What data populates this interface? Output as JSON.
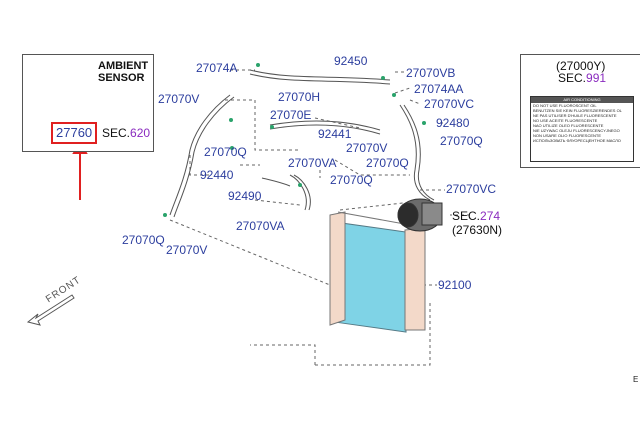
{
  "ambient_box": {
    "title_line1": "AMBIENT",
    "title_line2": "SENSOR",
    "part": "27760",
    "sec_prefix": "SEC.",
    "sec_num": "620"
  },
  "label_box": {
    "part": "(27000Y)",
    "sec_prefix": "SEC.",
    "sec_num": "991",
    "header": "AIR CONDITIONING",
    "lines": [
      "DO NOT USE FLUOROSCENT OIL",
      "BENUTZEN SIE KEIN FLUORESZIERENDES OL",
      "NE PAS UTILISER D'HUILE FLUORESCENTE",
      "NO USE ACEITE FLUORESCENTE",
      "NAO UTILIZE OLEO FLUORESCENTE",
      "NIE UZYWAC OLEJU FLUORESCENCYJNEGO",
      "NON USARE OLIO FLUORESCENTE",
      "ИСПОЛЬЗОВАТЬ ФЛУОРЕСЦЕНТНОЕ МАСЛО"
    ]
  },
  "compressor": {
    "sec_prefix": "SEC.",
    "sec_num": "274",
    "part": "(27630N)"
  },
  "parts": {
    "p27074A": "27074A",
    "p92450": "92450",
    "p27070VB": "27070VB",
    "p27074AA": "27074AA",
    "p27070V_tl": "27070V",
    "p27070H": "27070H",
    "p27070VC_r1": "27070VC",
    "p92480": "92480",
    "p27070E": "27070E",
    "p92441": "92441",
    "p27070Q_r1": "27070Q",
    "p27070V_mid": "27070V",
    "p27070Q_l1": "27070Q",
    "p27070VA_1": "27070VA",
    "p27070Q_mid": "27070Q",
    "p92440": "92440",
    "p27070Q_m2": "27070Q",
    "p27070VC_r2": "27070VC",
    "p92490": "92490",
    "p27070VA_2": "27070VA",
    "p27070Q_bl": "27070Q",
    "p27070V_bl": "27070V",
    "p92100": "92100"
  },
  "front_label": "FRONT",
  "colors": {
    "part_blue": "#2c3e9e",
    "sec_purple": "#8a2bbf",
    "highlight_red": "#e02020",
    "condenser_fill": "#7fd3e6"
  }
}
